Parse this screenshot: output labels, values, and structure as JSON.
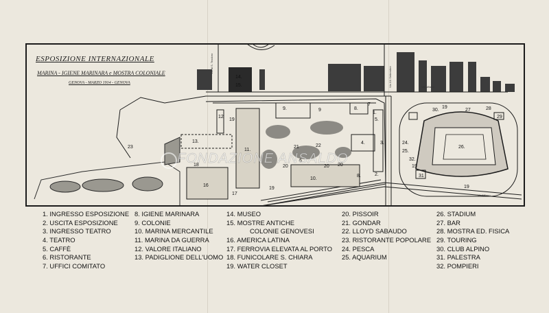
{
  "map": {
    "title": "ESPOSIZIONE INTERNAZIONALE",
    "subtitle": "MARINA - IGIENE MARINARA e MOSTRA COLONIALE",
    "dateline": "GENOVA - MARZO 1914 - GENOVA",
    "watermark": "FONDAZIONE ANSALDO",
    "streets": {
      "top_left": "Via di S. Teodoro",
      "top_right": "Via XX Settembre",
      "mid_right": "Via Milano",
      "lower_right": "Via Milano"
    },
    "labels": [
      "14.",
      "15.",
      "9.",
      "9",
      "8.",
      "7",
      "1.",
      "5.",
      "3.",
      "4.",
      "2.",
      "8.",
      "10.",
      "11.",
      "12",
      "19",
      "13.",
      "16",
      "17",
      "18",
      "19",
      "21",
      "22",
      "20",
      "20",
      "20",
      "6",
      "23",
      "26.",
      "24.",
      "25.",
      "32.",
      "31",
      "30.",
      "27",
      "28",
      "29",
      "19",
      "19",
      "19"
    ]
  },
  "legend": {
    "col1": [
      "1. INGRESSO ESPOSIZIONE",
      "2. USCITA ESPOSIZIONE",
      "3. INGRESSO TEATRO",
      "4. TEATRO",
      "5. CAFFÈ",
      "6. RISTORANTE",
      "7. UFFICI COMITATO"
    ],
    "col2": [
      "8. IGIENE MARINARA",
      "9. COLONIE",
      "10. MARINA MERCANTILE",
      "11. MARINA DA GUERRA",
      "12. VALORE ITALIANO",
      "13. PADIGLIONE DELL'UOMO"
    ],
    "col3": [
      "14. MUSEO",
      "15. MOSTRE ANTICHE",
      "COLONIE GENOVESI",
      "16. AMERICA LATINA",
      "17. FERROVIA ELEVATA AL PORTO",
      "18. FUNICOLARE S. CHIARA",
      "19. WATER CLOSET"
    ],
    "col4": [
      "20. PISSOIR",
      "21. GONDAR",
      "22. LLOYD SABAUDO",
      "23. RISTORANTE POPOLARE",
      "24. PESCA",
      "25. AQUARIUM"
    ],
    "col5": [
      "26. STADIUM",
      "27. BAR",
      "28. MOSTRA ED. FISICA",
      "29. TOURING",
      "30. CLUB ALPINO",
      "31. PALESTRA",
      "32. POMPIERI"
    ]
  },
  "colors": {
    "paper": "#ece8de",
    "ink": "#1b1b1b",
    "block": "#3c3c3c"
  }
}
